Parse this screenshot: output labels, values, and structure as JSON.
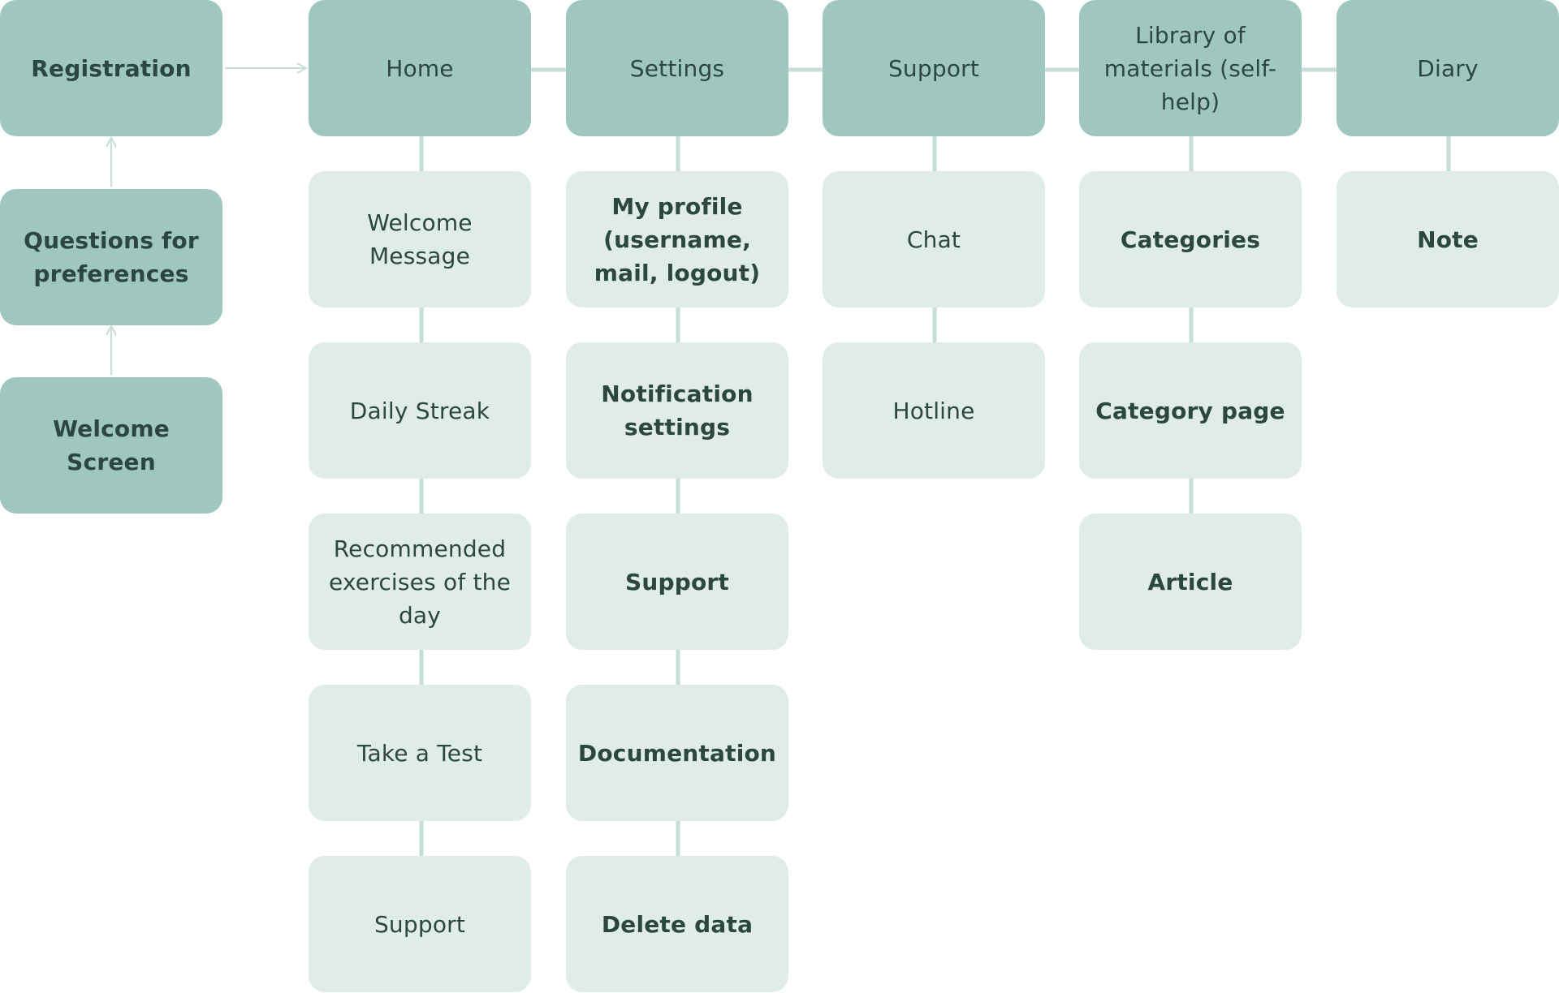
{
  "diagram": {
    "colors": {
      "primary_box": "#a0c7bf",
      "secondary_box": "#e0ece9",
      "connector": "#c6ddd8",
      "text": "#2b4740"
    },
    "onboarding": {
      "registration": "Registration",
      "questions": "Questions for preferences",
      "welcome_screen": "Welcome Screen"
    },
    "sections": [
      {
        "title": "Home",
        "items": [
          "Welcome Message",
          "Daily Streak",
          "Recommended exercises of the day",
          "Take a Test",
          "Support"
        ]
      },
      {
        "title": "Settings",
        "items": [
          "My profile (username, mail, logout)",
          "Notification settings",
          "Support",
          "Documentation",
          "Delete data"
        ]
      },
      {
        "title": "Support",
        "items": [
          "Chat",
          "Hotline"
        ]
      },
      {
        "title": "Library of materials (self-help)",
        "items": [
          "Categories",
          "Category page",
          "Article"
        ]
      },
      {
        "title": "Diary",
        "items": [
          "Note"
        ]
      }
    ]
  }
}
